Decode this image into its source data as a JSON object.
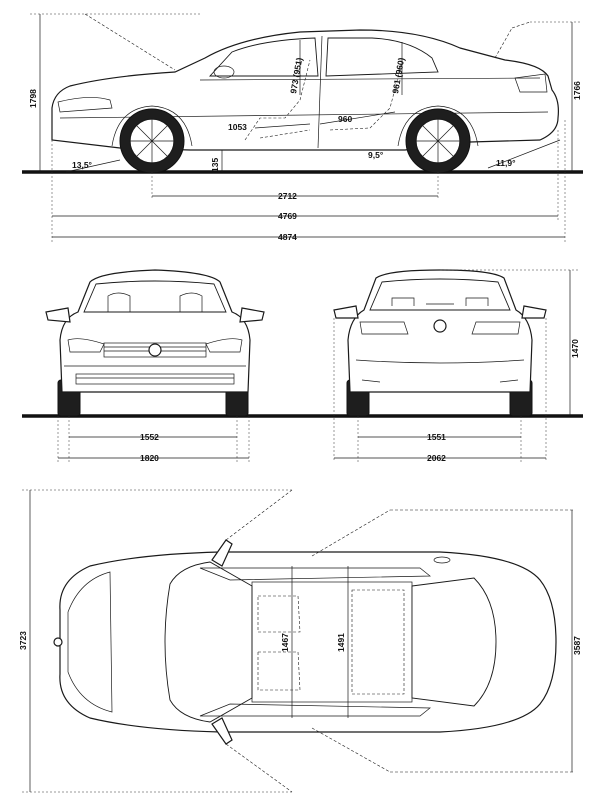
{
  "side_view": {
    "height": "1798",
    "height_rear": "1766",
    "approach_angle": "13,5°",
    "ground_clearance": "135",
    "ramp_angle": "9,5°",
    "departure_angle": "11,9°",
    "headroom_front": "973 (951)",
    "headroom_rear": "961 (960)",
    "legroom_front": "1053",
    "legroom_rear": "960",
    "wheelbase": "2712",
    "length_body": "4769",
    "length_total": "4874"
  },
  "front_view": {
    "track_front": "1552",
    "width_body": "1820"
  },
  "rear_view": {
    "height": "1470",
    "track_rear": "1551",
    "width_mirrors": "2062"
  },
  "top_view": {
    "mirror_span_length": "3723",
    "interior_length": "3587",
    "shoulder_front": "1467",
    "shoulder_rear": "1491"
  }
}
